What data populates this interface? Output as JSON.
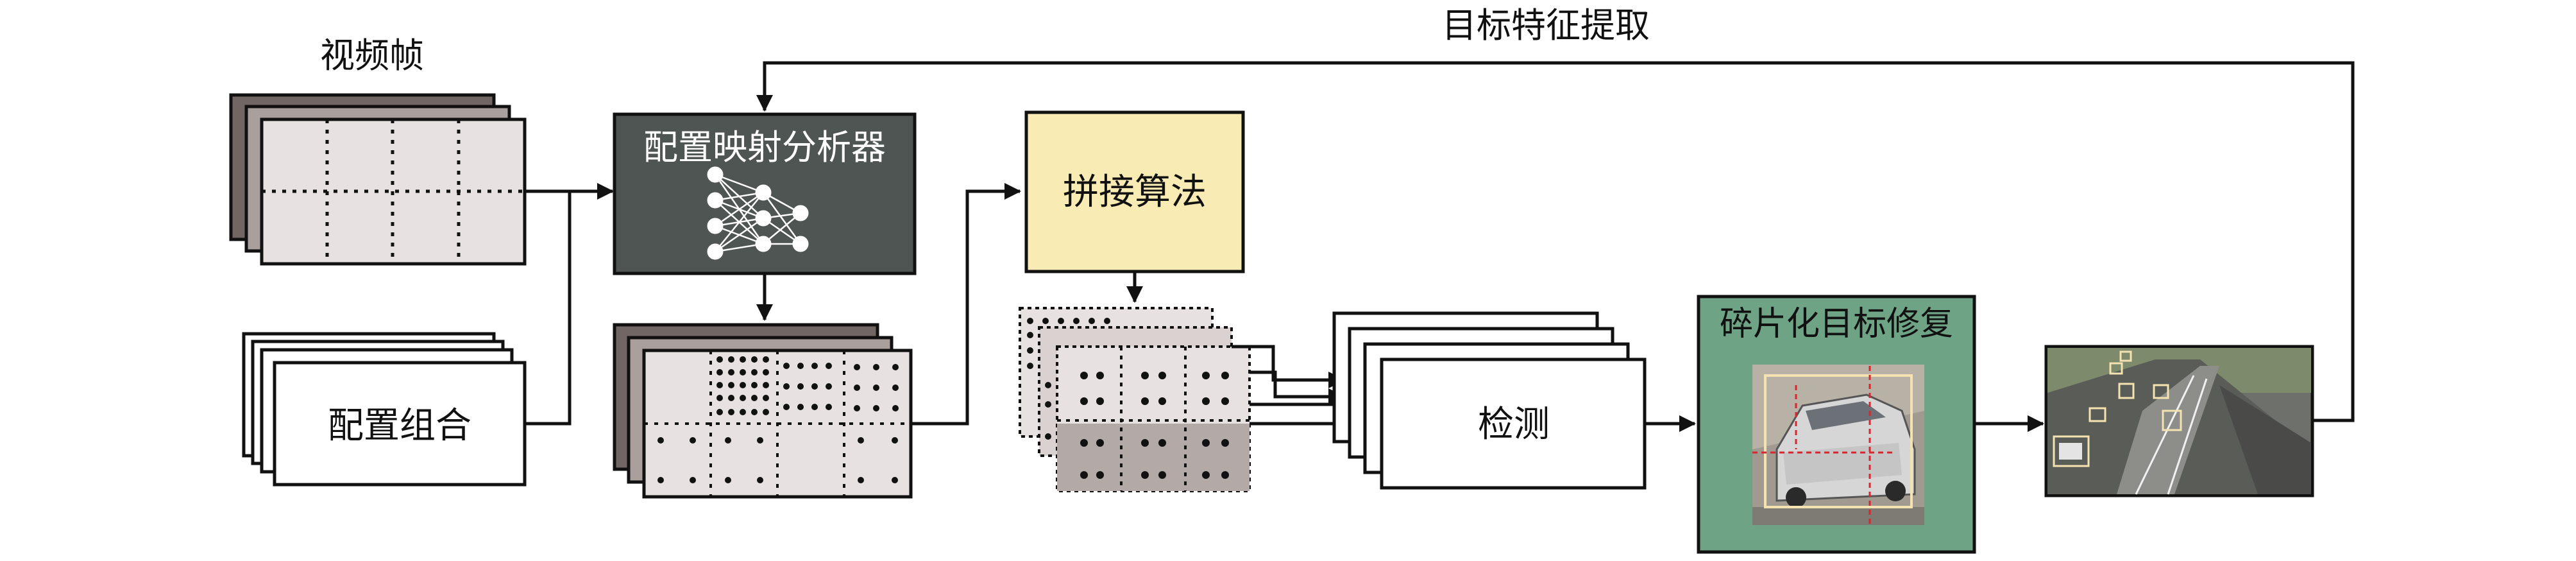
{
  "labels": {
    "video_frames": "视频帧",
    "config_combination": "配置组合",
    "config_mapping_analyzer": "配置映射分析器",
    "stitching_algorithm": "拼接算法",
    "detection": "检测",
    "fragment_repair": "碎片化目标修复",
    "target_feature_extraction": "目标特征提取"
  },
  "colors": {
    "analyzer_fill": "#4f5553",
    "stitch_fill": "#f8ecb4",
    "repair_fill": "#6fa386",
    "frame_fill": "#e7e1e1",
    "frame_stack_dark": "#716663",
    "line": "#111111"
  },
  "icons": {
    "analyzer": "neural-network-icon",
    "repair_image": "car-photo",
    "output_image": "road-traffic-photo"
  }
}
